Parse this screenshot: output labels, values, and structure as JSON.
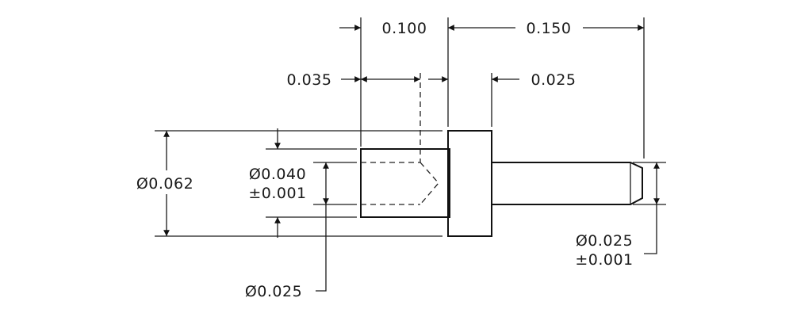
{
  "drawing": {
    "dims": {
      "overall_left": "0.100",
      "overall_right": "0.150",
      "bore_depth": "0.035",
      "flange_width": "0.025",
      "body_diameter": "Ø0.062",
      "bore_diameter": "Ø0.040",
      "bore_tolerance": "±0.001",
      "drill_point_diameter": "Ø0.025",
      "pin_diameter": "Ø0.025",
      "pin_tolerance": "±0.001"
    }
  },
  "colors": {
    "ink": "#1a1a1a",
    "paper": "#ffffff"
  }
}
